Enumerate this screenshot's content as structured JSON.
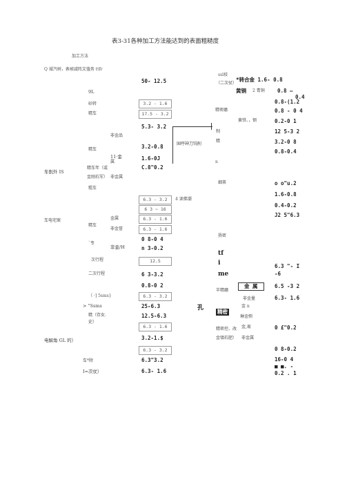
{
  "title": "表3-31各种加工方法能达到的表面粗糙度",
  "header": {
    "method_label": "加工方法",
    "ra_label": "Q 城汽树，表帧减阵文值务 ttfr"
  },
  "left": {
    "l1": "9L",
    "l2": "砂转",
    "l3": "精车",
    "l4": "非金品",
    "l5": "精车",
    "l6": "11·金",
    "l7": "属",
    "l8": "精车年（或",
    "l9": "金刚石军）",
    "l10": "非金属",
    "l11": "车削外 IS",
    "l12": "粗车",
    "l13": "车电宅案",
    "l14": "精车",
    "l15": "金属",
    "l16": "非金誉",
    "l17": "`专",
    "l18": "非金/H",
    "l19": "次行程",
    "l20": "二次行程",
    "l21": "（ ·] 5sms}",
    "l22": "> \"Ssms",
    "l23": "精（存女.",
    "l24": "史）",
    "l25": "电解角 GL 的）",
    "l26": "车*除",
    "l27": "I=次仗）"
  },
  "values_mid": {
    "v1": "50- 12.5",
    "v4": "5.3- 3.2",
    "v5": "3.2-0.8",
    "v6": "1.6-0J",
    "v7": "C.8\"0.2",
    "v10": "4 读佛潮",
    "v13": "0 8-0 4",
    "v14": "n 3-0.2",
    "v16": "6 3-3.2",
    "v17": "0.8-0 2",
    "v19": "25-6.3",
    "v20": "12.5-6.3",
    "v22": "3.2-1.$",
    "v24": "6.3\"3.2",
    "v25": "6.3- 1.6"
  },
  "boxes": {
    "b1": "3.2 - 1.6",
    "b2": "17.5 - 3.2",
    "b3": "6.3 - 3.2",
    "b4": "6 3 ~ 16",
    "b5": "6.3 - 1.6",
    "b6": "6.3 - 1.6",
    "b7": "12.5",
    "b8": "6.3 - 3.2",
    "b9": "6.3 - 1.6",
    "b10": "6.3 - 3.2"
  },
  "center": {
    "c1": "国呼砷刀饨削",
    "c2": "孔"
  },
  "right": {
    "r1": "ssl校",
    "r2": "（二次仗）",
    "r3": "*转合金 1.6- 0.8",
    "r4": "黄铜",
    "r5": "2 青铜",
    "r6": "0.8 —",
    "r7": "0.4",
    "r8": "0.8-(1.2",
    "r9": "精密磨",
    "r10": "0.8 - 0 4",
    "r11": "黄铁、，钢",
    "r12": "0.2-0 1",
    "r13": "制",
    "r14": "12 5-3 2",
    "r15": "精",
    "r16": "3.2-0 8",
    "r17": "0.8-0.4",
    "r18": "n",
    "r19": "细茶",
    "r20": "o o\"u.2",
    "r21": "1.6-0.8",
    "r22": "0.4-0.2",
    "r23": "J2 5\"6.3",
    "r24": "扬密",
    "r25": "tf",
    "r26": "i",
    "r27": "me",
    "r28": "6.3 \"- I",
    "r29": "-6",
    "r30": "半精磨",
    "r31": "金 属",
    "r32": "6.5 -3 2",
    "r33": "非金量",
    "r34": "6.3- 1.6",
    "r35": "金 n",
    "r36": "精密",
    "r37": "琳金侧",
    "r38": "精密控、改",
    "r39": "金,易",
    "r40": "0 £\"0.2",
    "r41": "金镇石肥）",
    "r42": "非金属",
    "r43": "0 8-0.2",
    "r44": "16-0 4",
    "r45": "■ ■.  -",
    "r46": "0.2 . 1"
  }
}
